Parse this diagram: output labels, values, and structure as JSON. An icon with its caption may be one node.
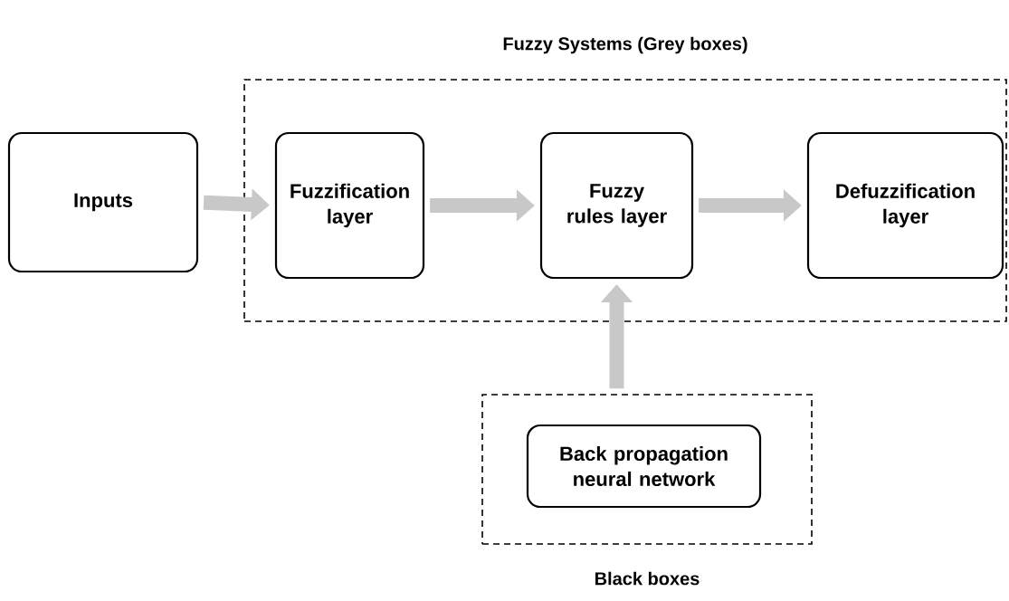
{
  "diagram": {
    "nodes": [
      {
        "text": [
          "Fuzzy Systems (Grey boxes)"
        ]
      },
      {
        "text": [
          "Inputs"
        ]
      },
      {
        "text": [
          "Fuzzification layer"
        ],
        "in": 0
      },
      {
        "text": [
          "Fuzzy rules layer"
        ],
        "in": 0
      },
      {
        "text": [
          "Defuzzification layer"
        ],
        "in": 0
      },
      {
        "text": [
          "Black boxes"
        ]
      },
      {
        "text": [
          "Back propagation neural network"
        ],
        "in": 5
      }
    ],
    "edges": [
      {
        "from": 1,
        "to": 2,
        "arrow": "to"
      },
      {
        "from": 2,
        "to": 3,
        "arrow": "to"
      },
      {
        "from": 3,
        "to": 4,
        "arrow": "to"
      },
      {
        "from": 5,
        "to": 3,
        "arrow": "to"
      }
    ]
  }
}
